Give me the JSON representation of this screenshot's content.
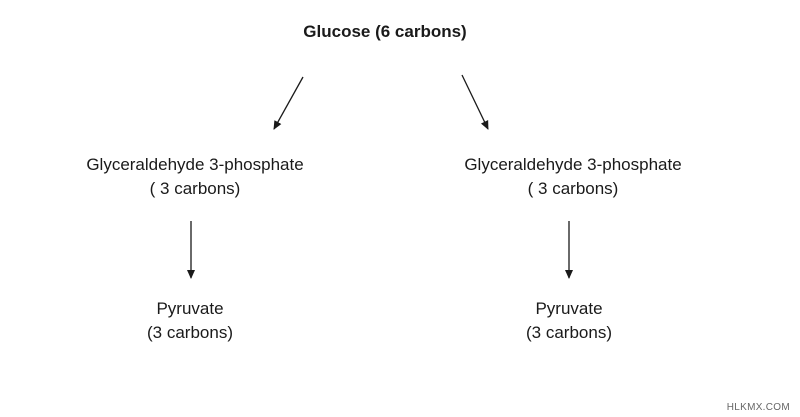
{
  "diagram": {
    "root": {
      "label": "Glucose (6 carbons)"
    },
    "left_branch": {
      "intermediate": {
        "line1": "Glyceraldehyde 3-phosphate",
        "line2": "( 3 carbons)"
      },
      "product": {
        "line1": "Pyruvate",
        "line2": "(3 carbons)"
      }
    },
    "right_branch": {
      "intermediate": {
        "line1": "Glyceraldehyde 3-phosphate",
        "line2": "( 3 carbons)"
      },
      "product": {
        "line1": "Pyruvate",
        "line2": "(3 carbons)"
      }
    }
  },
  "watermark": "HLKMX.COM",
  "colors": {
    "text": "#1a1a1a",
    "arrow": "#1a1a1a",
    "background": "#ffffff"
  }
}
